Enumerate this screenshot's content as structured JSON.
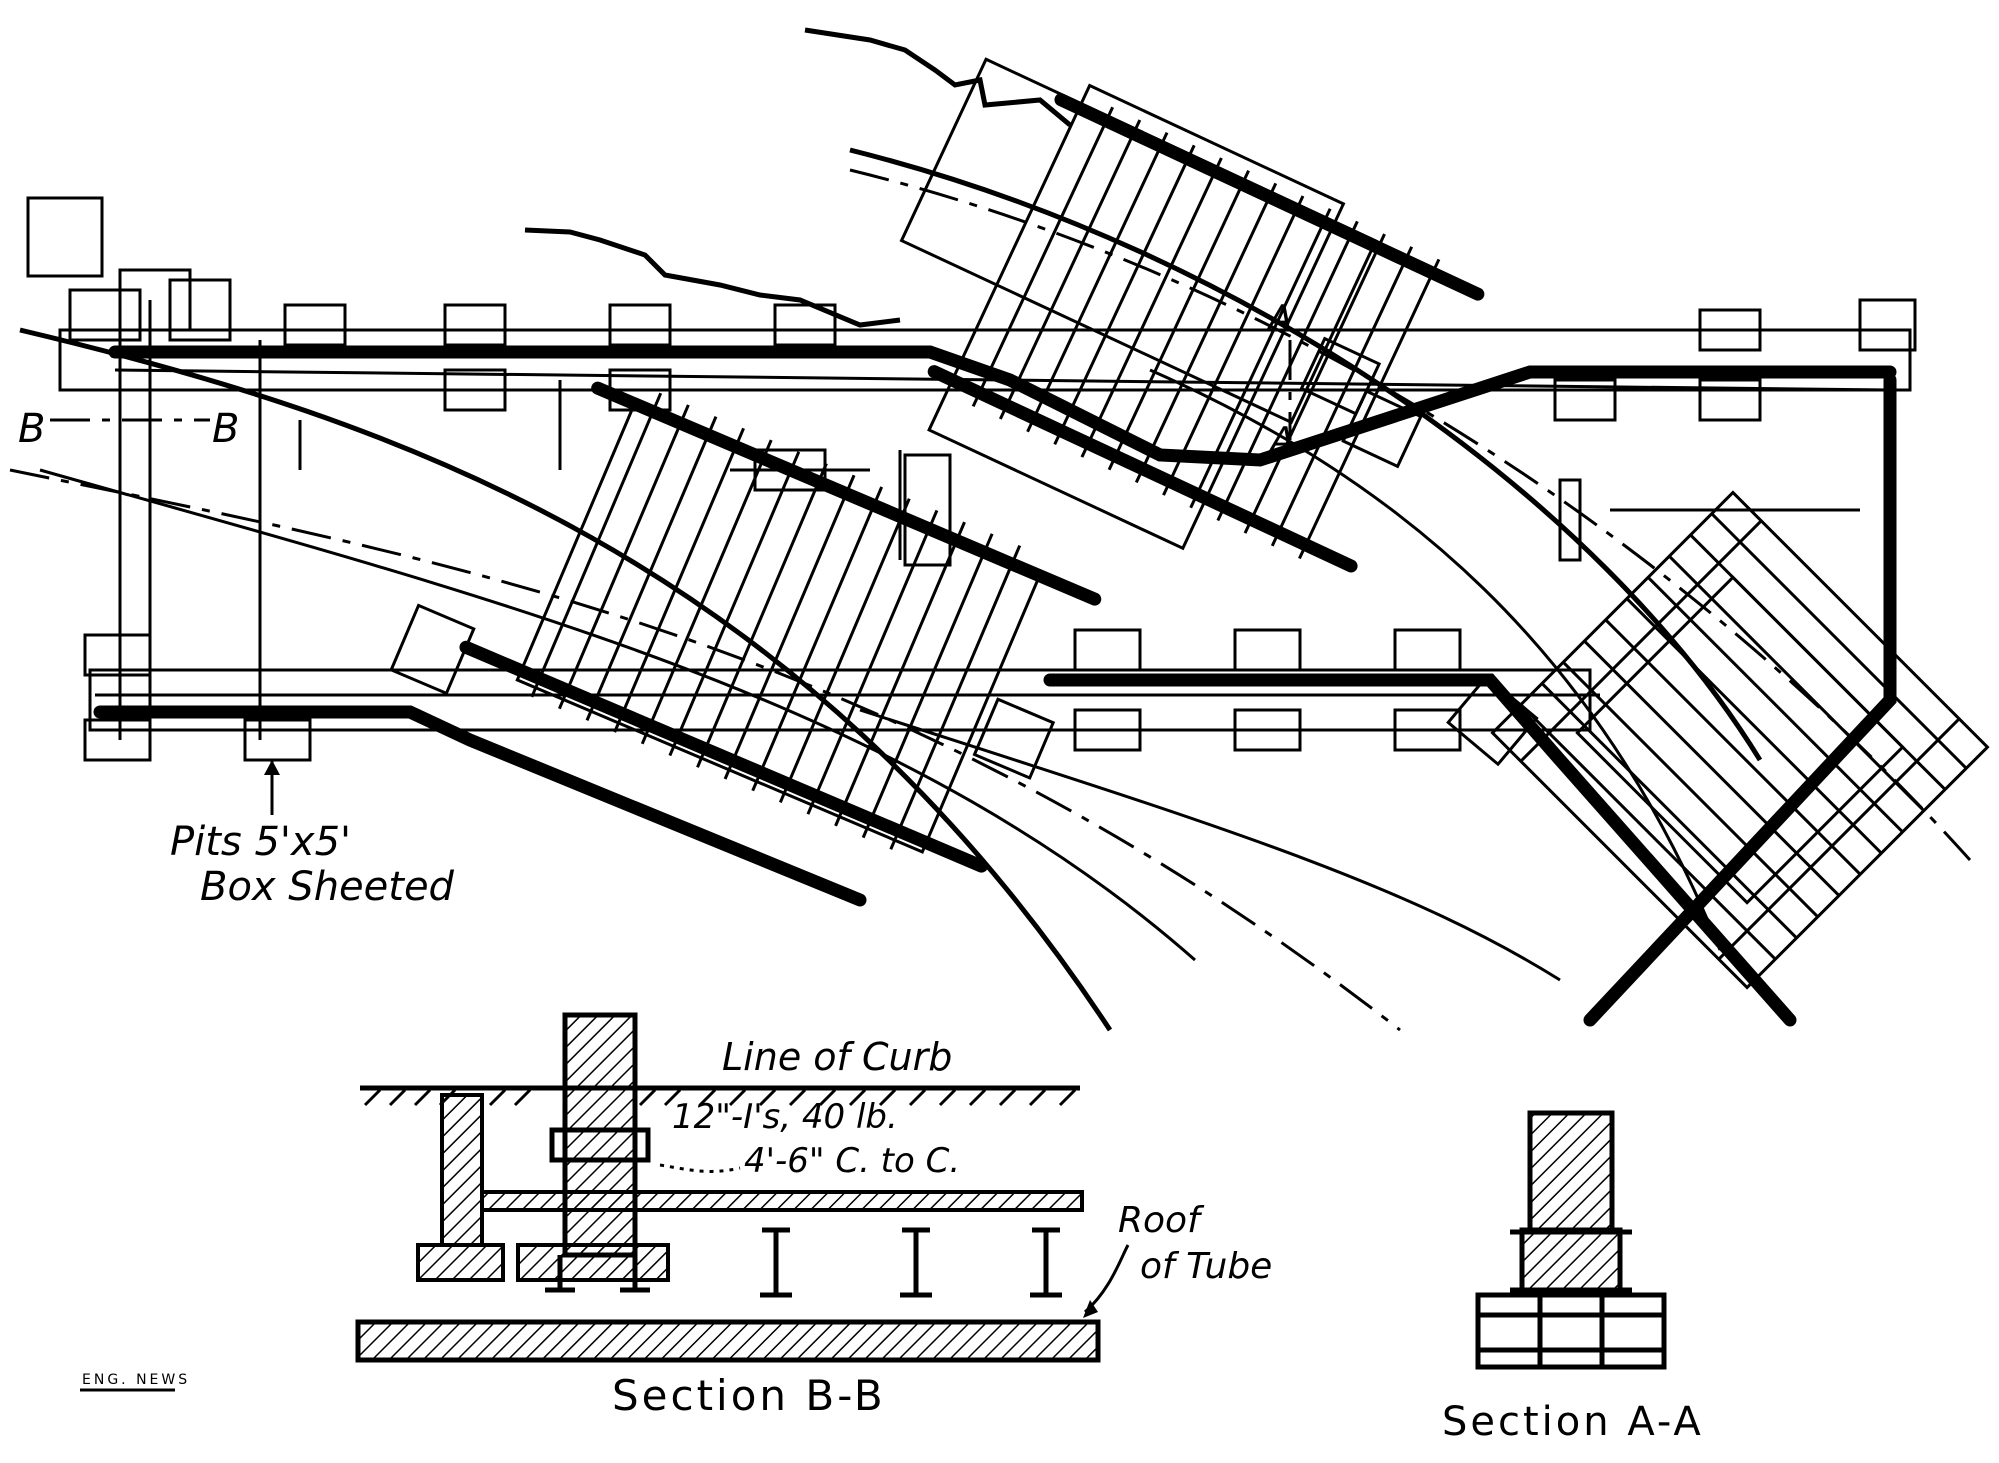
{
  "labels": {
    "section_mark_b_left": "B",
    "section_mark_b_right": "B",
    "section_mark_a_top": "A",
    "section_mark_a_bottom": "A",
    "pits_line1": "Pits 5'x5'",
    "pits_line2": "Box Sheeted",
    "line_of_curb": "Line of Curb",
    "beams_line1": "12\"-I's, 40 lb.",
    "beams_line2": "4'-6\" C. to C.",
    "roof_line1": "Roof",
    "roof_line2": "of Tube",
    "section_bb": "Section B-B",
    "section_aa": "Section A-A",
    "credit": "ENG. NEWS"
  },
  "colors": {
    "ink": "#000000",
    "paper": "#ffffff"
  }
}
